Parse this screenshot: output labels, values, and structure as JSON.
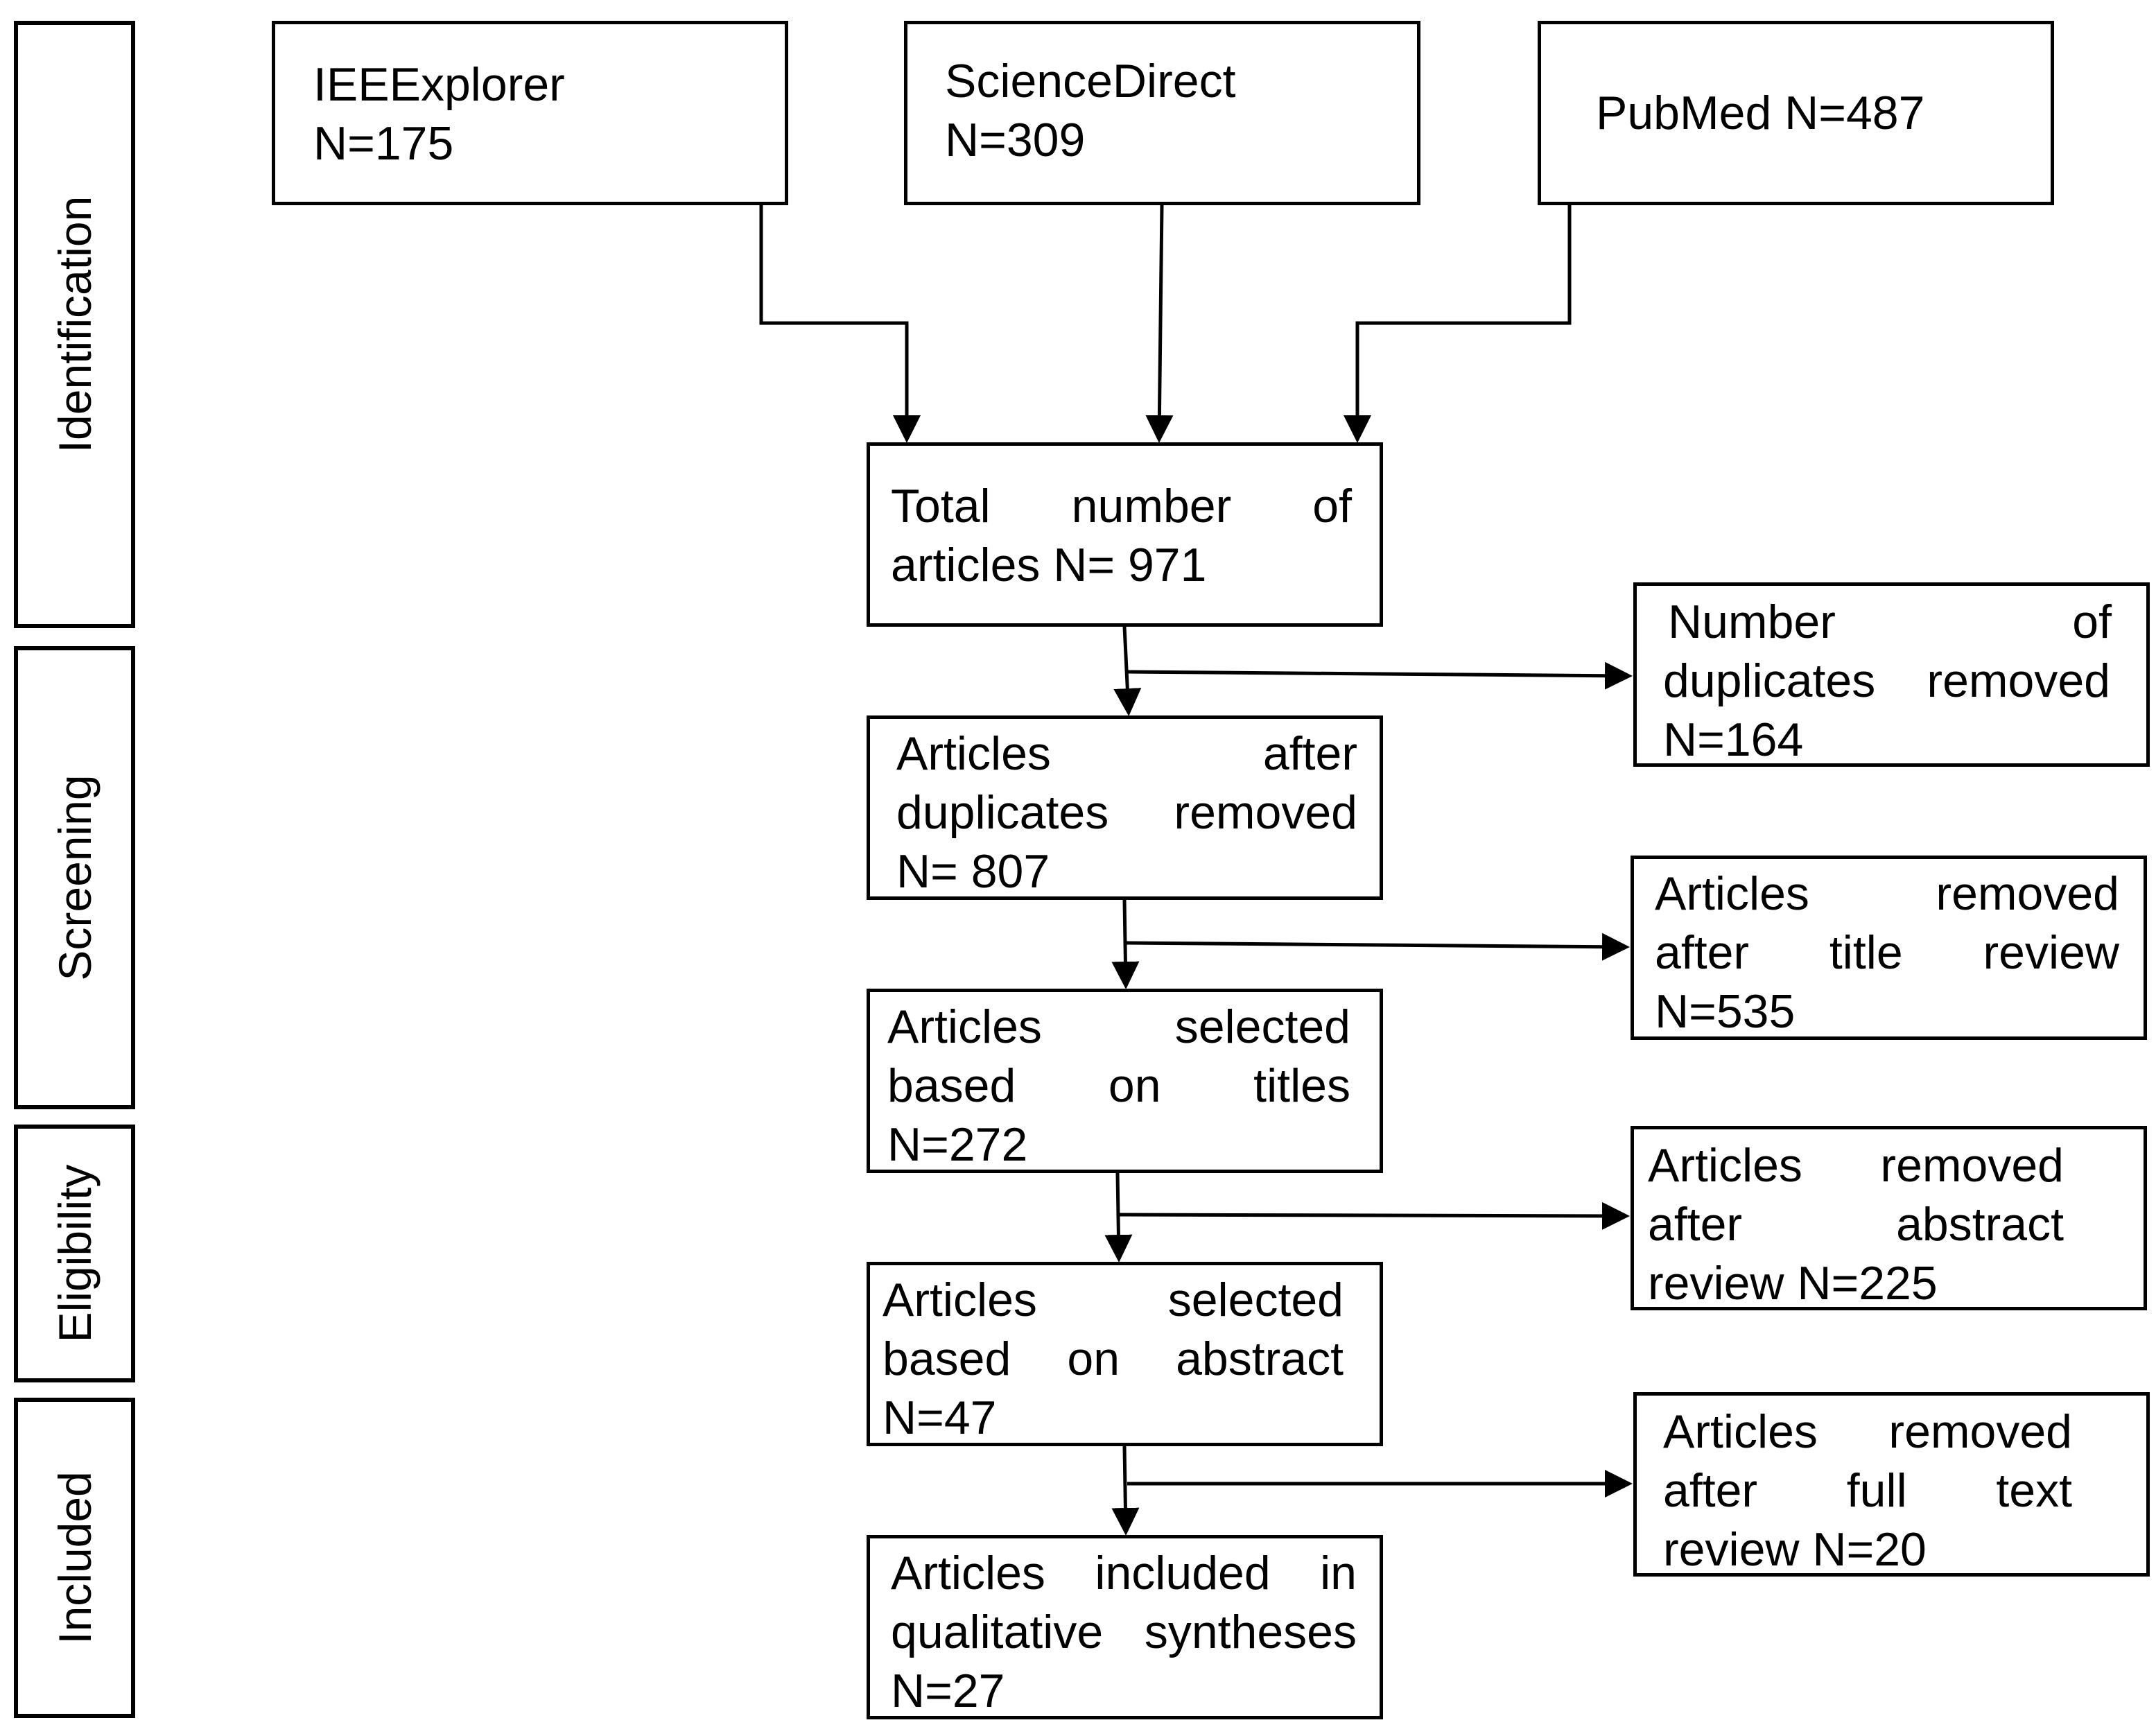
{
  "stages": {
    "identification": "Identification",
    "screening": "Screening",
    "eligibility": "Eligibility",
    "included": "Included"
  },
  "sources": {
    "ieee": {
      "line1": "IEEExplorer",
      "line2": "N=175"
    },
    "sciencedirect": {
      "line1": "ScienceDirect",
      "line2": "N=309"
    },
    "pubmed": {
      "line1": "PubMed N=487"
    }
  },
  "main_flow": {
    "total": {
      "line1": "Total number of",
      "line2": "articles N= 971"
    },
    "after_duplicates": {
      "line1": "Articles after",
      "line2": "duplicates removed",
      "line3": "N= 807"
    },
    "selected_titles": {
      "line1": "Articles selected",
      "line2": "based on titles",
      "line3": "N=272"
    },
    "selected_abstract": {
      "line1": "Articles selected",
      "line2": "based on abstract",
      "line3": "N=47"
    },
    "included": {
      "line1": "Articles included in",
      "line2": "qualitative syntheses",
      "line3": "N=27"
    }
  },
  "exclusions": {
    "duplicates": {
      "line1": "Number of",
      "line2": "duplicates removed",
      "line3": "N=164"
    },
    "title_review": {
      "line1": "Articles removed",
      "line2": "after title review",
      "line3": "N=535"
    },
    "abstract_review": {
      "line1": "Articles removed",
      "line2": "after abstract",
      "line3": "review N=225"
    },
    "fulltext_review": {
      "line1": "Articles removed",
      "line2": "after full text",
      "line3": "review N=20"
    }
  }
}
